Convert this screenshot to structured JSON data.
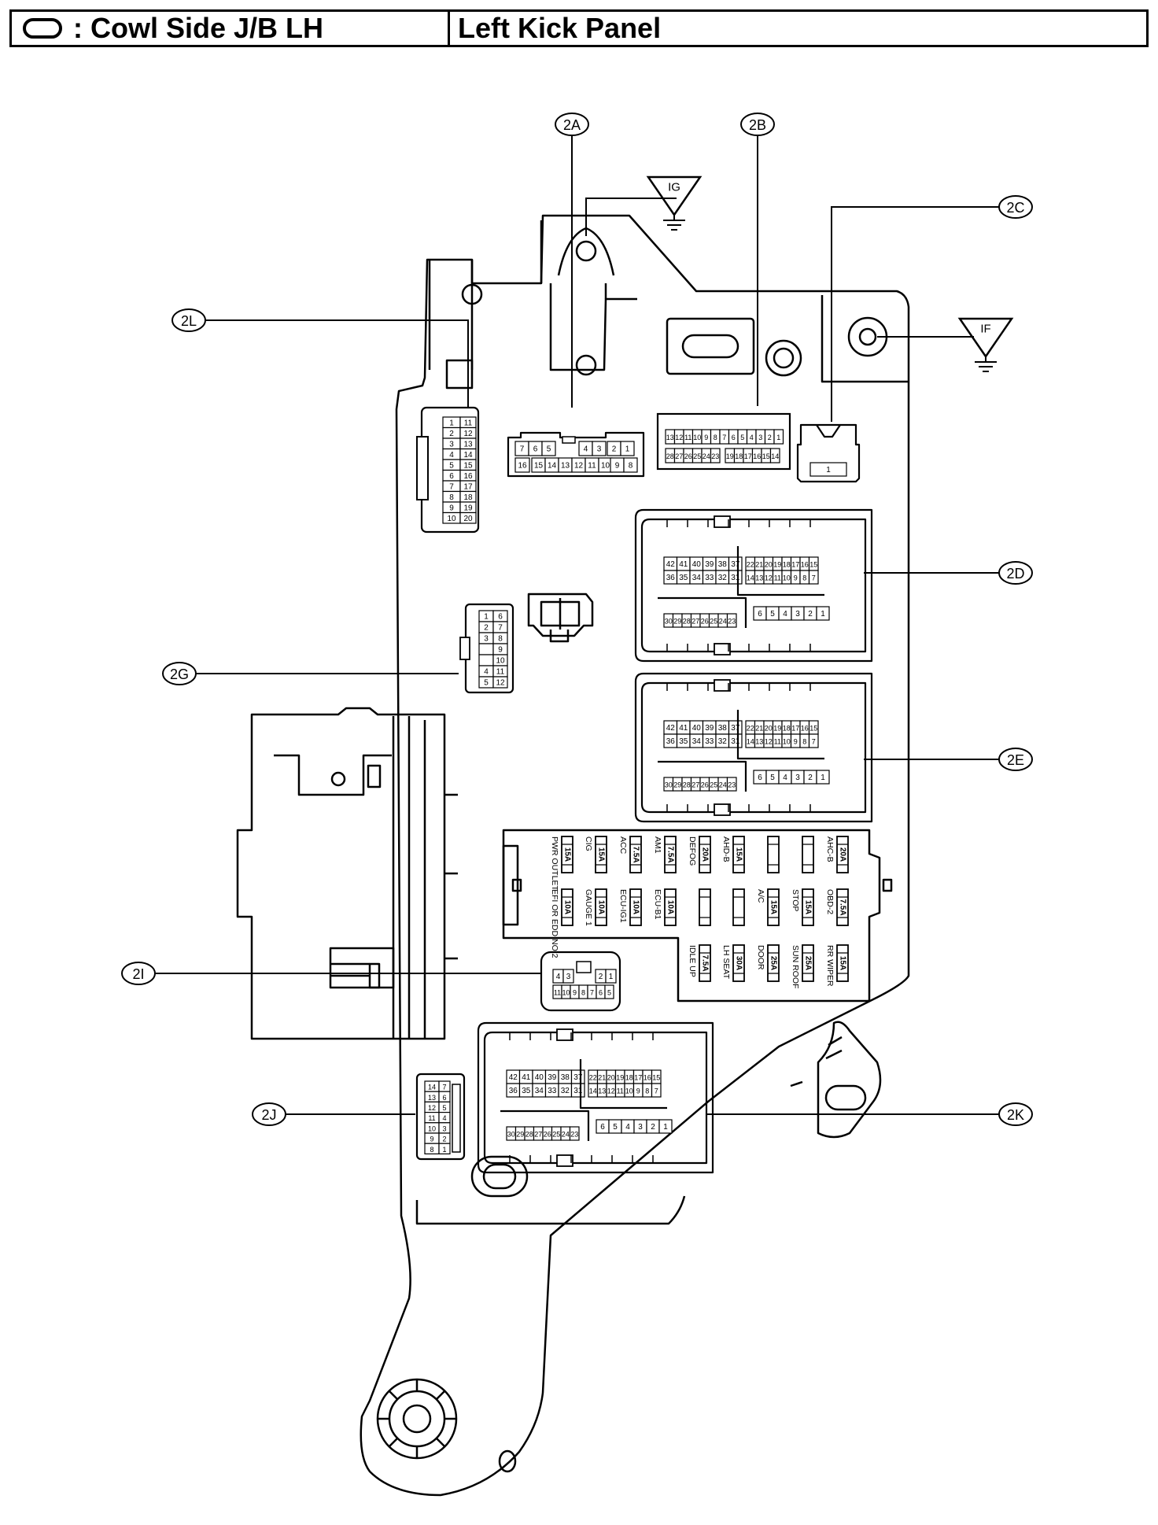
{
  "header": {
    "location_symbol": "oval-symbol",
    "title": ": Cowl Side J/B LH",
    "location": "Left Kick Panel"
  },
  "grounds": [
    {
      "label": "IG"
    },
    {
      "label": "IF"
    }
  ],
  "callouts": [
    {
      "id": "2A",
      "label": "2A"
    },
    {
      "id": "2B",
      "label": "2B"
    },
    {
      "id": "2C",
      "label": "2C"
    },
    {
      "id": "2L",
      "label": "2L"
    },
    {
      "id": "2D",
      "label": "2D"
    },
    {
      "id": "2G",
      "label": "2G"
    },
    {
      "id": "2E",
      "label": "2E"
    },
    {
      "id": "2I",
      "label": "2I"
    },
    {
      "id": "2J",
      "label": "2J"
    },
    {
      "id": "2K",
      "label": "2K"
    }
  ],
  "connectors": {
    "2L": {
      "left": [
        "1",
        "2",
        "3",
        "4",
        "5",
        "6",
        "7",
        "8",
        "9",
        "10"
      ],
      "right": [
        "11",
        "12",
        "13",
        "14",
        "15",
        "16",
        "17",
        "18",
        "19",
        "20"
      ]
    },
    "2A": {
      "top_left": [
        "7",
        "6",
        "5"
      ],
      "top_mid": [
        "4",
        "3"
      ],
      "top_right": [
        "2",
        "1"
      ],
      "bottom_left": [
        "16"
      ],
      "bottom_mid": [
        "15",
        "14",
        "13",
        "12",
        "11",
        "10"
      ],
      "bottom_right": [
        "9",
        "8"
      ]
    },
    "2B": {
      "top": [
        "13",
        "12",
        "11",
        "10",
        "9",
        "8",
        "7",
        "6",
        "5",
        "4",
        "3",
        "2",
        "1"
      ],
      "bottom_left": [
        "28",
        "27",
        "26",
        "25",
        "24",
        "23"
      ],
      "bottom_right": [
        "19",
        "18",
        "17",
        "16",
        "15",
        "14"
      ]
    },
    "2C": {
      "pins": [
        "1"
      ]
    },
    "2G": {
      "left": [
        "1",
        "2",
        "3",
        "",
        "",
        "4",
        "5"
      ],
      "right": [
        "6",
        "7",
        "8",
        "9",
        "10",
        "11",
        "12"
      ]
    },
    "2D": {
      "upper_left_row1": [
        "42",
        "41",
        "40",
        "39",
        "38",
        "37"
      ],
      "upper_left_row2": [
        "36",
        "35",
        "34",
        "33",
        "32",
        "31"
      ],
      "upper_right_row1": [
        "22",
        "21",
        "20",
        "19",
        "18",
        "17",
        "16",
        "15"
      ],
      "upper_right_row2": [
        "14",
        "13",
        "12",
        "11",
        "10",
        "9",
        "8",
        "7"
      ],
      "lower_left": [
        "30",
        "29",
        "28",
        "27",
        "26",
        "25",
        "24",
        "23"
      ],
      "lower_right": [
        "6",
        "5",
        "4",
        "3",
        "2",
        "1"
      ]
    },
    "2E": {
      "upper_left_row1": [
        "42",
        "41",
        "40",
        "39",
        "38",
        "37"
      ],
      "upper_left_row2": [
        "36",
        "35",
        "34",
        "33",
        "32",
        "31"
      ],
      "upper_right_row1": [
        "22",
        "21",
        "20",
        "19",
        "18",
        "17",
        "16",
        "15"
      ],
      "upper_right_row2": [
        "14",
        "13",
        "12",
        "11",
        "10",
        "9",
        "8",
        "7"
      ],
      "lower_left": [
        "30",
        "29",
        "28",
        "27",
        "26",
        "25",
        "24",
        "23"
      ],
      "lower_right": [
        "6",
        "5",
        "4",
        "3",
        "2",
        "1"
      ]
    },
    "2I": {
      "top_left": [
        "4",
        "3"
      ],
      "top_right": [
        "2",
        "1"
      ],
      "bottom": [
        "11",
        "10",
        "9",
        "8",
        "7",
        "6",
        "5"
      ]
    },
    "2J": {
      "left": [
        "14",
        "13",
        "12",
        "11",
        "10",
        "9",
        "8"
      ],
      "right": [
        "7",
        "6",
        "5",
        "4",
        "3",
        "2",
        "1"
      ]
    },
    "2K": {
      "upper_left_row1": [
        "42",
        "41",
        "40",
        "39",
        "38",
        "37"
      ],
      "upper_left_row2": [
        "36",
        "35",
        "34",
        "33",
        "32",
        "31"
      ],
      "upper_right_row1": [
        "22",
        "21",
        "20",
        "19",
        "18",
        "17",
        "16",
        "15"
      ],
      "upper_right_row2": [
        "14",
        "13",
        "12",
        "11",
        "10",
        "9",
        "8",
        "7"
      ],
      "lower_left": [
        "30",
        "29",
        "28",
        "27",
        "26",
        "25",
        "24",
        "23"
      ],
      "lower_right": [
        "6",
        "5",
        "4",
        "3",
        "2",
        "1"
      ]
    }
  },
  "fuses": [
    {
      "name": "PWR OUTLET",
      "amp": "15A",
      "col": 0,
      "row": 0
    },
    {
      "name": "CIG",
      "amp": "15A",
      "col": 1,
      "row": 0
    },
    {
      "name": "ACC",
      "amp": "7.5A",
      "col": 2,
      "row": 0
    },
    {
      "name": "AM1",
      "amp": "7.5A",
      "col": 3,
      "row": 0
    },
    {
      "name": "DEFOG",
      "amp": "20A",
      "col": 4,
      "row": 0
    },
    {
      "name": "AHD-B",
      "amp": "15A",
      "col": 5,
      "row": 0
    },
    {
      "name": "",
      "amp": "",
      "col": 6,
      "row": 0
    },
    {
      "name": "",
      "amp": "",
      "col": 7,
      "row": 0
    },
    {
      "name": "AHC-B",
      "amp": "20A",
      "col": 8,
      "row": 0
    },
    {
      "name": "EFI OR EDD NO.2",
      "amp": "10A",
      "col": 0,
      "row": 1
    },
    {
      "name": "GAUGE 1",
      "amp": "10A",
      "col": 1,
      "row": 1
    },
    {
      "name": "ECU-IG1",
      "amp": "10A",
      "col": 2,
      "row": 1
    },
    {
      "name": "ECU-B1",
      "amp": "10A",
      "col": 3,
      "row": 1
    },
    {
      "name": "",
      "amp": "",
      "col": 4,
      "row": 1
    },
    {
      "name": "",
      "amp": "",
      "col": 5,
      "row": 1
    },
    {
      "name": "A/C",
      "amp": "15A",
      "col": 6,
      "row": 1
    },
    {
      "name": "STOP",
      "amp": "15A",
      "col": 7,
      "row": 1
    },
    {
      "name": "OBD-2",
      "amp": "7.5A",
      "col": 8,
      "row": 1
    },
    {
      "name": "IDLE UP",
      "amp": "7.5A",
      "col": 4,
      "row": 2
    },
    {
      "name": "LH SEAT",
      "amp": "30A",
      "col": 5,
      "row": 2
    },
    {
      "name": "DOOR",
      "amp": "25A",
      "col": 6,
      "row": 2
    },
    {
      "name": "SUN ROOF",
      "amp": "25A",
      "col": 7,
      "row": 2
    },
    {
      "name": "RR WIPER",
      "amp": "15A",
      "col": 8,
      "row": 2
    }
  ]
}
